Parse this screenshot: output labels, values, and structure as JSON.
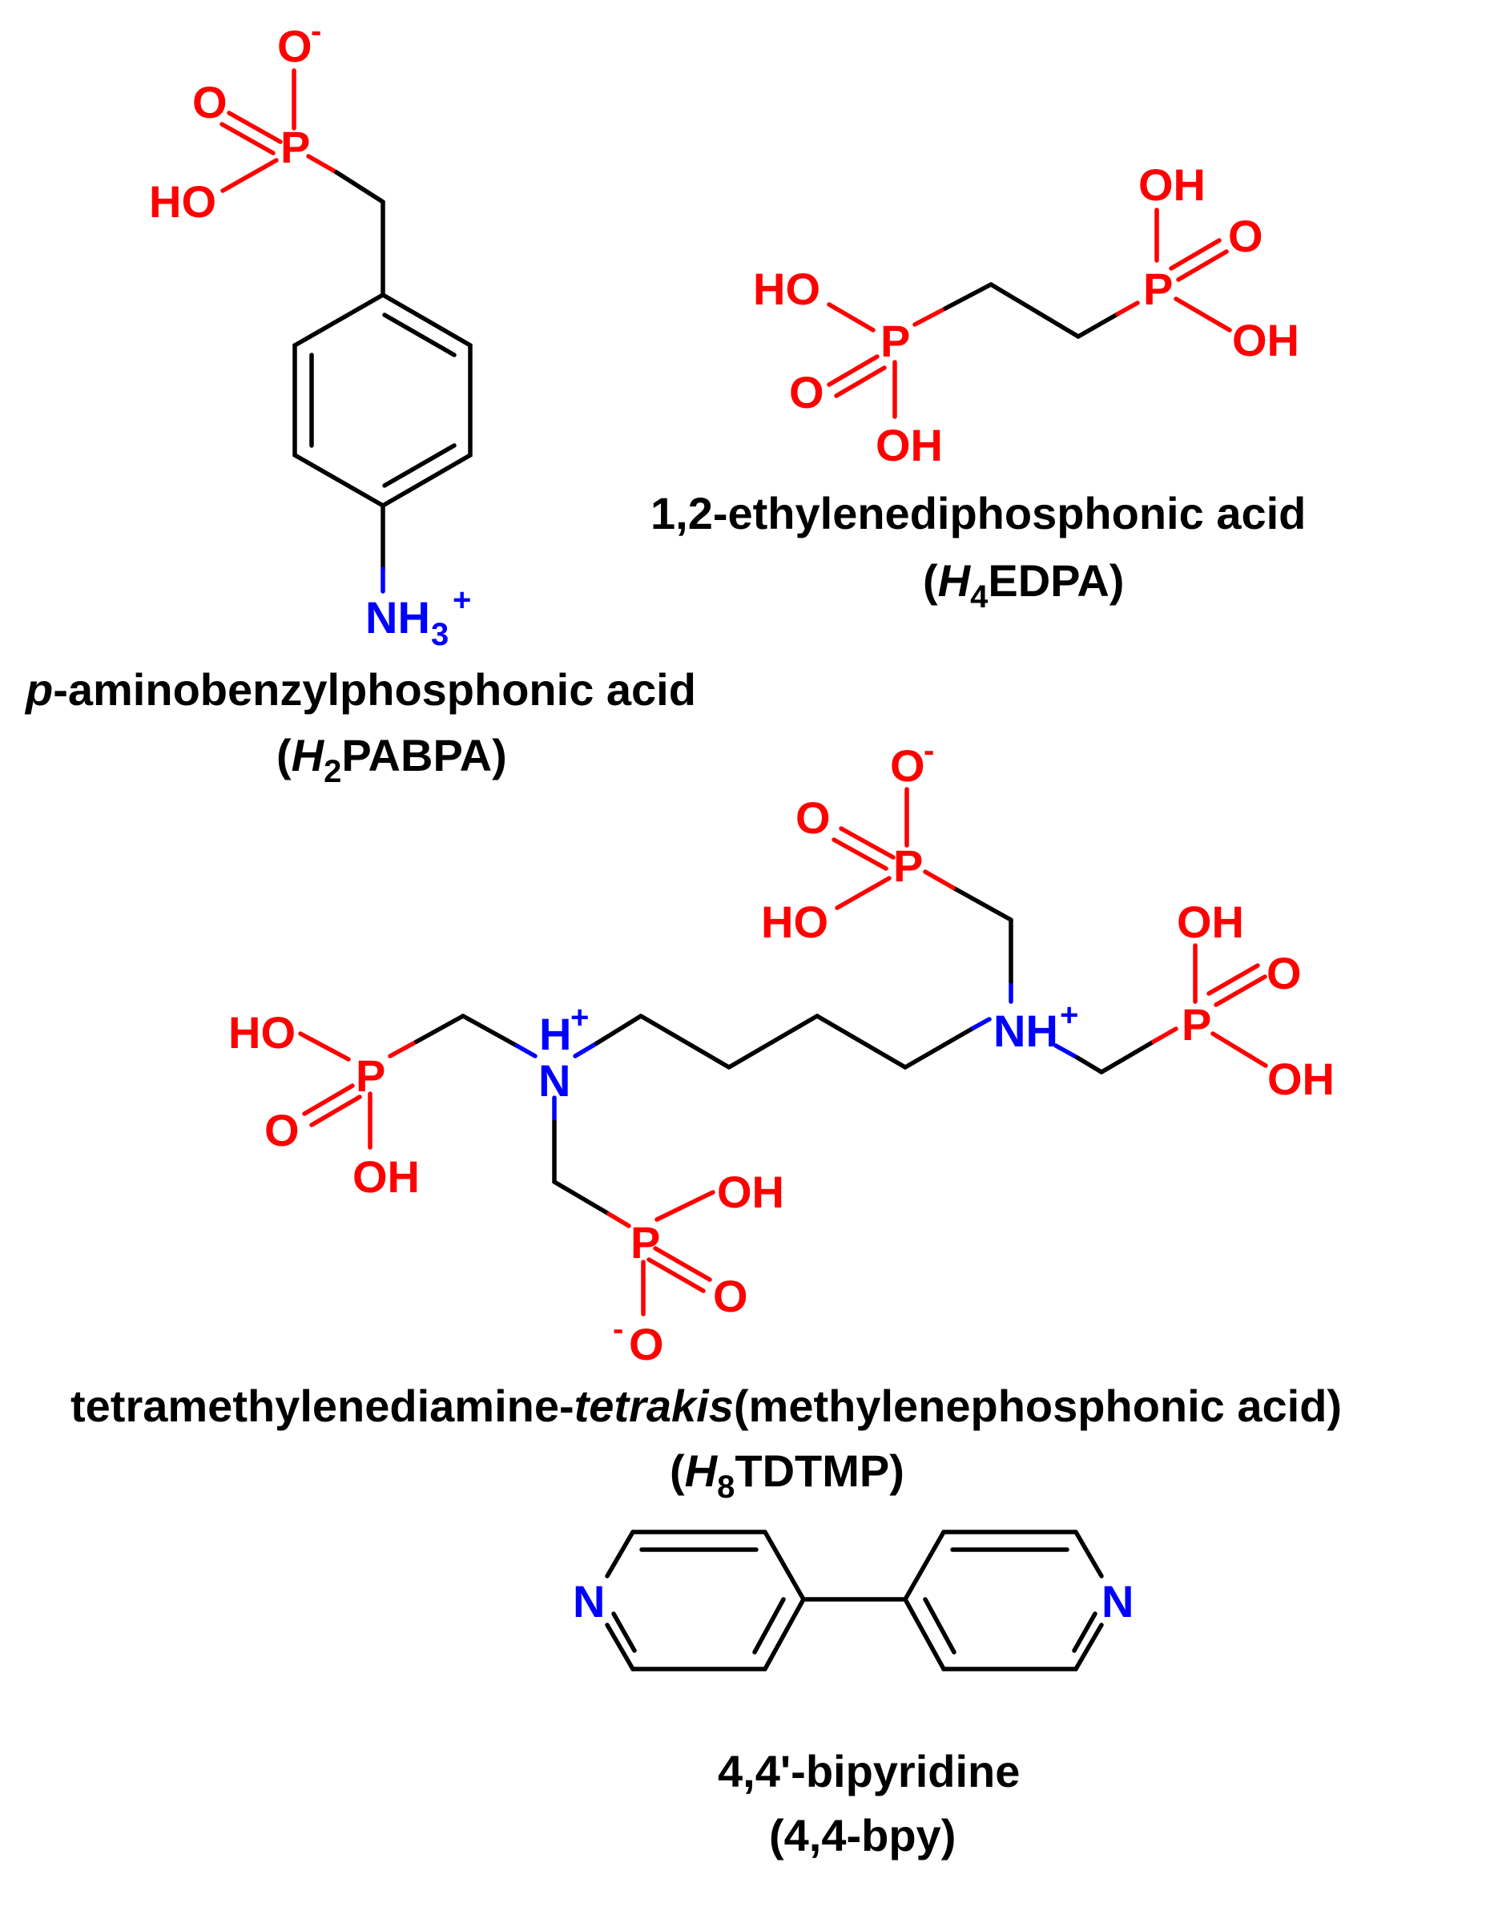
{
  "colors": {
    "heteroatom_O_P": "#ff0000",
    "nitrogen": "#0000ff",
    "carbon_bonds": "#000000"
  },
  "molecules": {
    "pabpa": {
      "name_italic": "p",
      "name_rest": "-aminobenzylphosphonic acid",
      "abbr_open": "(",
      "abbr_italic": "H",
      "abbr_sub": "2",
      "abbr_rest": "PABPA)",
      "atoms": {
        "o_minus": "O",
        "minus": "-",
        "o_double": "O",
        "p": "P",
        "ho": "HO",
        "nh3": "NH",
        "nh3_sub": "3",
        "plus": "+"
      }
    },
    "edpa": {
      "name": "1,2-ethylenediphosphonic acid",
      "abbr_open": "(",
      "abbr_italic": "H",
      "abbr_sub": "4",
      "abbr_rest": "EDPA)",
      "atoms": {
        "ho_left": "HO",
        "p_left": "P",
        "o_left": "O",
        "oh_left_bottom": "OH",
        "oh_top": "OH",
        "o_right": "O",
        "p_right": "P",
        "oh_right": "OH"
      }
    },
    "tdtmp": {
      "name_part1": "tetramethylenediamine-",
      "name_italic": "tetrakis",
      "name_part2": "(methylenephosphonic acid)",
      "abbr_open": "(",
      "abbr_italic": "H",
      "abbr_sub": "8",
      "abbr_rest": "TDTMP)",
      "atoms": {
        "ho_left": "HO",
        "p_left": "P",
        "o_left": "O",
        "oh_left": "OH",
        "h_left": "H",
        "plus_left": "+",
        "n_left": "N",
        "p_bottom": "P",
        "oh_bottom": "OH",
        "o_bottom": "O",
        "o_minus_bottom": "O",
        "minus_bottom": "-",
        "o_minus_top": "O",
        "minus_top": "-",
        "o_top": "O",
        "p_top": "P",
        "ho_top": "HO",
        "nh_right": "NH",
        "plus_right": "+",
        "oh_right_top": "OH",
        "o_right": "O",
        "p_right": "P",
        "oh_right": "OH"
      }
    },
    "bpy": {
      "name": "4,4'-bipyridine",
      "abbr": "(4,4-bpy)",
      "atoms": {
        "n_left": "N",
        "n_right": "N"
      }
    }
  }
}
